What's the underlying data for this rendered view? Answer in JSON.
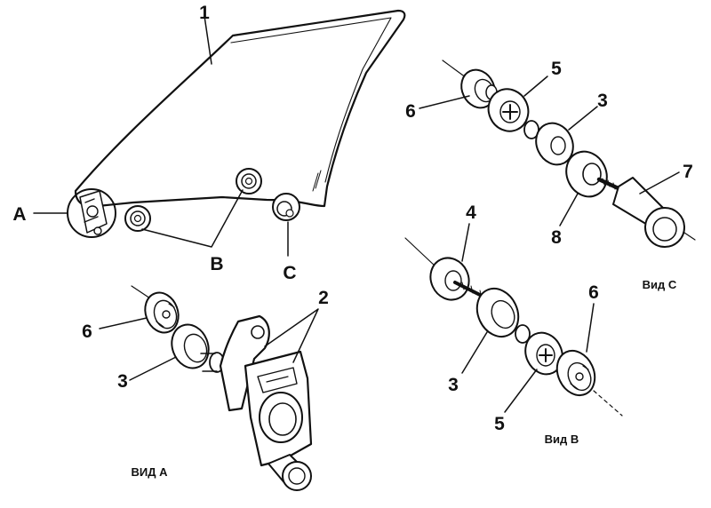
{
  "labels": {
    "glass": "1",
    "mount_a": "A",
    "mount_b": "B",
    "mount_c": "C",
    "part_2": "2",
    "part_3_a": "3",
    "part_6_a": "6",
    "part_6_c": "6",
    "part_5_c": "5",
    "part_3_c": "3",
    "part_7": "7",
    "part_8": "8",
    "part_4": "4",
    "part_3_b": "3",
    "part_5_b": "5",
    "part_6_b": "6"
  },
  "captions": {
    "view_a": "ВИД А",
    "view_b": "Вид В",
    "view_c": "Вид С"
  }
}
